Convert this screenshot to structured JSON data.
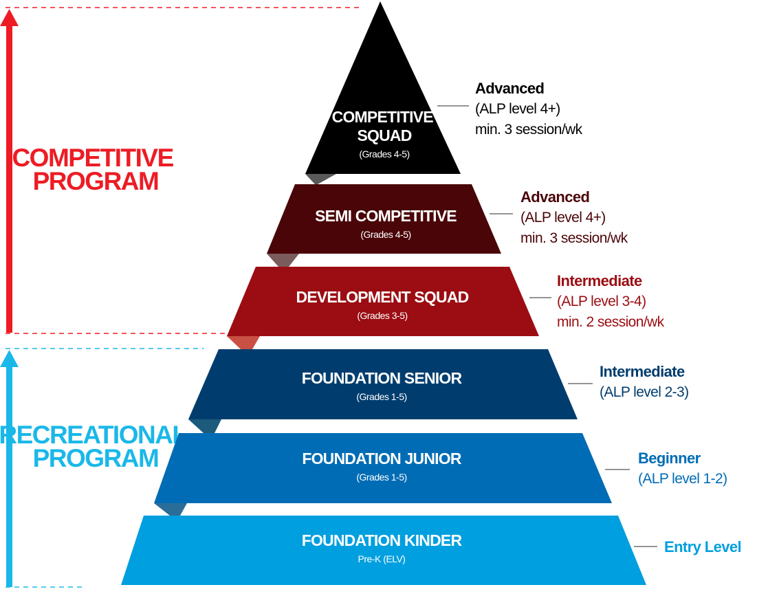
{
  "programs": {
    "competitive": {
      "line1": "COMPETITIVE",
      "line2": "PROGRAM",
      "color": "#ed1c24"
    },
    "recreational": {
      "line1": "RECREATIONAL",
      "line2": "PROGRAM",
      "color": "#1ab8e8"
    }
  },
  "tiers": [
    {
      "id": "competitive-squad",
      "title_lines": [
        "COMPETITIVE",
        "SQUAD"
      ],
      "subtitle": "(Grades 4-5)",
      "color": "#000000",
      "side": "#5a5a5a",
      "level": "Advanced",
      "details": [
        "(ALP level 4+)",
        "min. 3 session/wk"
      ],
      "level_color": "#000000"
    },
    {
      "id": "semi-competitive",
      "title_lines": [
        "SEMI COMPETITIVE"
      ],
      "subtitle": "(Grades 4-5)",
      "color": "#4a0508",
      "side": "#7a5c5c",
      "level": "Advanced",
      "details": [
        "(ALP level 4+)",
        "min. 3 session/wk"
      ],
      "level_color": "#4a0508"
    },
    {
      "id": "development-squad",
      "title_lines": [
        "DEVELOPMENT SQUAD"
      ],
      "subtitle": "(Grades 3-5)",
      "color": "#9b0d12",
      "side": "#c95044",
      "level": "Intermediate",
      "details": [
        "(ALP level 3-4)",
        "min. 2 session/wk"
      ],
      "level_color": "#9b0d12"
    },
    {
      "id": "foundation-senior",
      "title_lines": [
        "FOUNDATION SENIOR"
      ],
      "subtitle": "(Grades 1-5)",
      "color": "#003d6e",
      "side": "#1d5b7c",
      "level": "Intermediate",
      "details": [
        "(ALP level 2-3)"
      ],
      "level_color": "#003d6e"
    },
    {
      "id": "foundation-junior",
      "title_lines": [
        "FOUNDATION JUNIOR"
      ],
      "subtitle": "(Grades 1-5)",
      "color": "#006cb5",
      "side": "#2a6d99",
      "level": "Beginner",
      "details": [
        "(ALP level 1-2)"
      ],
      "level_color": "#006cb5"
    },
    {
      "id": "foundation-kinder",
      "title_lines": [
        "FOUNDATION KINDER"
      ],
      "subtitle": "Pre-K (ELV)",
      "color": "#009fdf",
      "side": "#2a83b3",
      "level": "Entry Level",
      "details": [],
      "level_color": "#009fdf"
    }
  ]
}
